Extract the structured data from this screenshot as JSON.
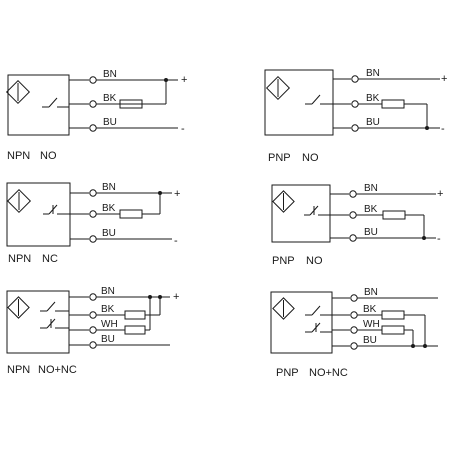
{
  "diagrams": [
    {
      "mode": "NPN",
      "type": "NO",
      "wires": [
        "BN",
        "BK",
        "BU"
      ],
      "polarity": [
        "+",
        "-"
      ]
    },
    {
      "mode": "PNP",
      "type": "NO",
      "wires": [
        "BN",
        "BK",
        "BU"
      ],
      "polarity": [
        "+",
        "-"
      ]
    },
    {
      "mode": "NPN",
      "type": "NC",
      "wires": [
        "BN",
        "BK",
        "BU"
      ],
      "polarity": [
        "+",
        "-"
      ]
    },
    {
      "mode": "PNP",
      "type": "NO",
      "wires": [
        "BN",
        "BK",
        "BU"
      ],
      "polarity": [
        "+",
        "-"
      ]
    },
    {
      "mode": "NPN",
      "type": "NO+NC",
      "wires": [
        "BN",
        "BK",
        "WH",
        "BU"
      ],
      "polarity": [
        "+"
      ]
    },
    {
      "mode": "PNP",
      "type": "NO+NC",
      "wires": [
        "BN",
        "BK",
        "WH",
        "BU"
      ],
      "polarity": []
    }
  ]
}
